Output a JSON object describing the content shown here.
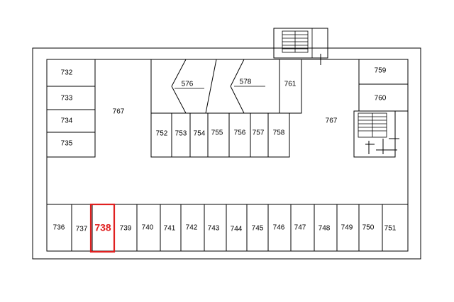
{
  "floor_plan": {
    "highlight_color": "#e02020",
    "highlighted_room": "738",
    "rooms": {
      "r732": "732",
      "r733": "733",
      "r734": "734",
      "r735": "735",
      "r767_left": "767",
      "r767_right": "767",
      "r576": "576",
      "r578": "578",
      "r761": "761",
      "r752": "752",
      "r753": "753",
      "r754": "754",
      "r755": "755",
      "r756": "756",
      "r757": "757",
      "r758": "758",
      "r759": "759",
      "r760": "760",
      "r736": "736",
      "r737": "737",
      "r738": "738",
      "r739": "739",
      "r740": "740",
      "r741": "741",
      "r742": "742",
      "r743": "743",
      "r744": "744",
      "r745": "745",
      "r746": "746",
      "r747": "747",
      "r748": "748",
      "r749": "749",
      "r750": "750",
      "r751": "751"
    }
  }
}
